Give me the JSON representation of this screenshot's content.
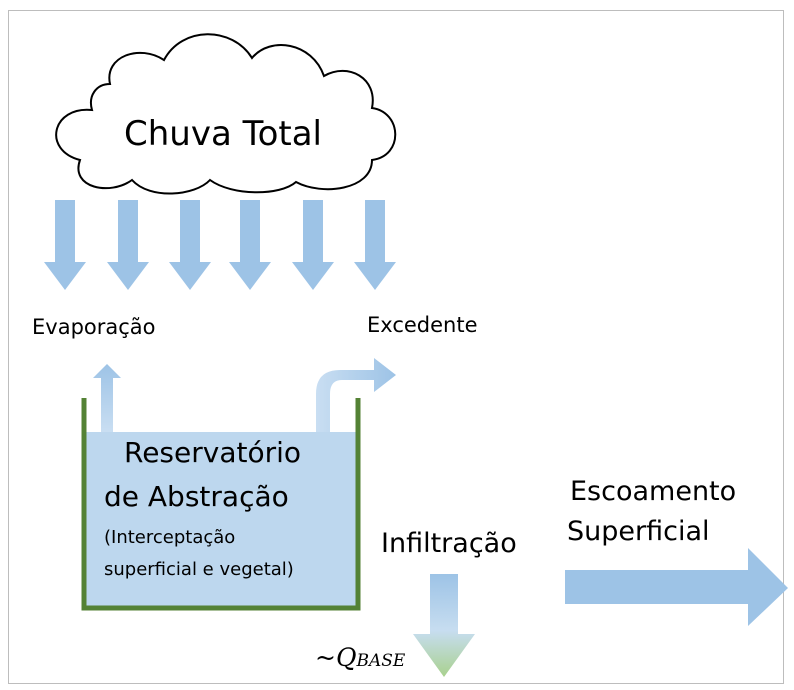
{
  "cloud": {
    "label": "Chuva Total"
  },
  "rain_arrows": {
    "count": 6,
    "color": "#9dc3e6"
  },
  "flows": {
    "evaporation": "Evaporação",
    "excess": "Excedente",
    "infiltration": "Infiltração",
    "runoff_line1": "Escoamento",
    "runoff_line2": "Superficial"
  },
  "reservoir": {
    "title_line1": "Reservatório",
    "title_line2": "de Abstração",
    "note_line1": "(Interceptação",
    "note_line2": "superficial e vegetal)",
    "water_color": "#bdd7ee",
    "wall_color": "#548235"
  },
  "base_flow": {
    "prefix": "~",
    "symbol": "Q",
    "subscript": "BASE"
  },
  "colors": {
    "arrow": "#9dc3e6",
    "infiltration_bottom": "#a9d18e"
  }
}
